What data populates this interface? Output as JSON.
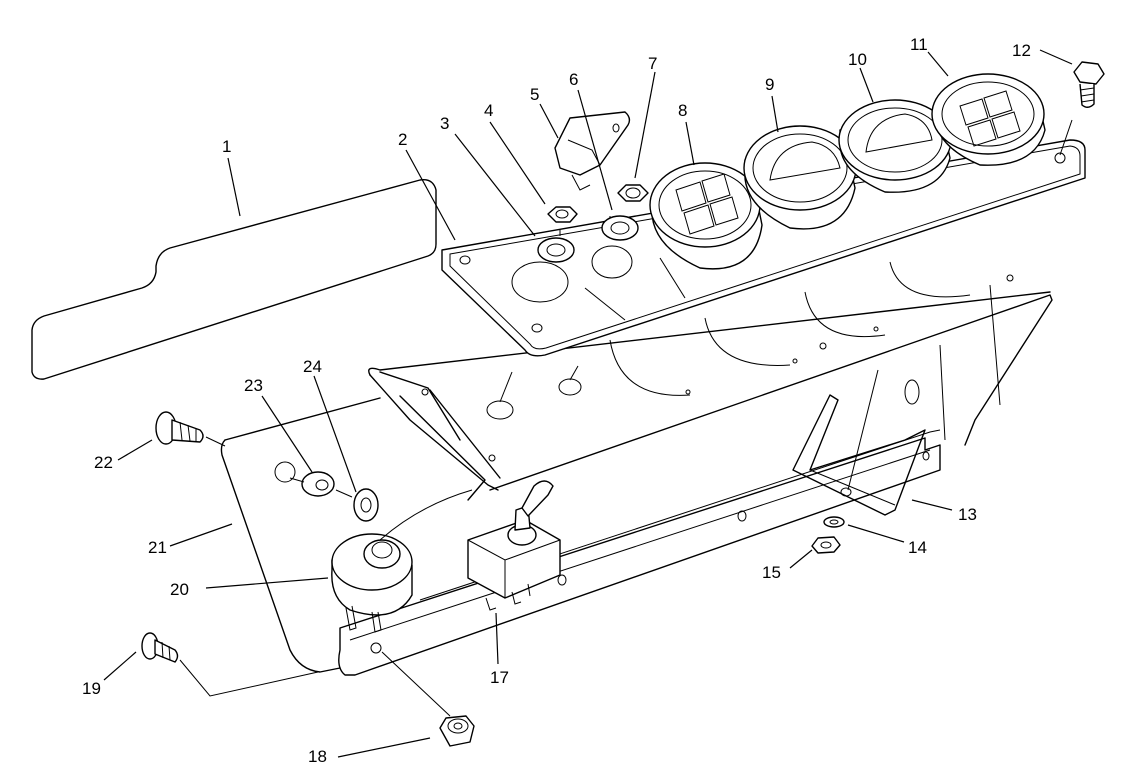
{
  "callouts": {
    "c1": "1",
    "c2": "2",
    "c3": "3",
    "c4": "4",
    "c5": "5",
    "c6": "6",
    "c7": "7",
    "c8": "8",
    "c9": "9",
    "c10": "10",
    "c11": "11",
    "c12": "12",
    "c13": "13",
    "c14": "14",
    "c15": "15",
    "c17": "17",
    "c18": "18",
    "c19": "19",
    "c20": "20",
    "c21": "21",
    "c22": "22",
    "c23": "23",
    "c24": "24"
  }
}
